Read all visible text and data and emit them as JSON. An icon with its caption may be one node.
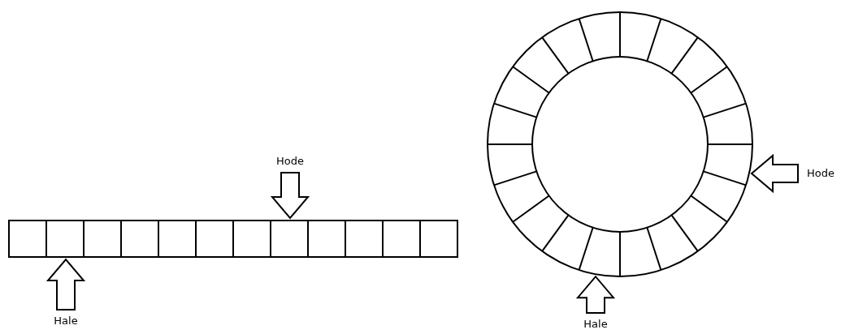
{
  "diagram": {
    "nodes": [
      {
        "text": [
          "Hode"
        ]
      },
      {
        "text": [],
        "shape": "box"
      },
      {
        "text": [
          "Hale"
        ]
      },
      {
        "text": [
          "Hode"
        ]
      },
      {
        "text": [],
        "shape": "circle"
      },
      {
        "text": [
          "Hale"
        ]
      }
    ],
    "edges": [
      {
        "from": 0,
        "to": 1,
        "arrow": "to",
        "style": "thick"
      },
      {
        "from": 2,
        "to": 1,
        "arrow": "to",
        "style": "thick"
      },
      {
        "from": 3,
        "to": 4,
        "arrow": "to",
        "style": "thick"
      },
      {
        "from": 5,
        "to": 4,
        "arrow": "to",
        "style": "thick"
      }
    ]
  }
}
